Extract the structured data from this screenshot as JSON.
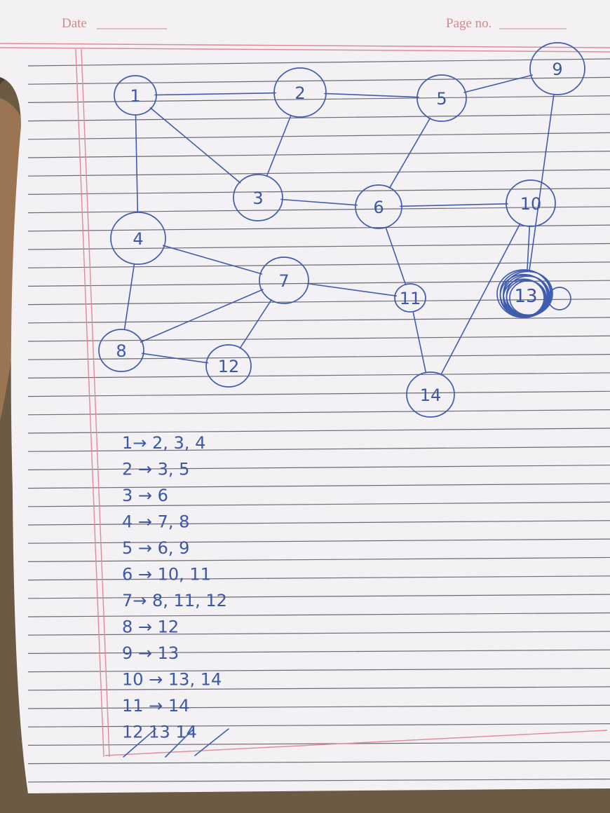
{
  "header": {
    "date_label": "Date",
    "page_label": "Page no."
  },
  "colors": {
    "ink": "#3f5db0",
    "paper": "#f3f1f4",
    "ruling": "#6c6a72",
    "margin": "#e08a9a",
    "background": "#6b5a44"
  },
  "graph": {
    "nodes": [
      {
        "id": "1",
        "label": "1"
      },
      {
        "id": "2",
        "label": "2"
      },
      {
        "id": "3",
        "label": "3"
      },
      {
        "id": "4",
        "label": "4"
      },
      {
        "id": "5",
        "label": "5"
      },
      {
        "id": "6",
        "label": "6"
      },
      {
        "id": "7",
        "label": "7"
      },
      {
        "id": "8",
        "label": "8"
      },
      {
        "id": "9",
        "label": "9"
      },
      {
        "id": "10",
        "label": "10"
      },
      {
        "id": "11",
        "label": "11"
      },
      {
        "id": "12",
        "label": "12"
      },
      {
        "id": "13",
        "label": "13"
      },
      {
        "id": "14",
        "label": "14"
      }
    ],
    "edges": [
      [
        "1",
        "2"
      ],
      [
        "1",
        "3"
      ],
      [
        "1",
        "4"
      ],
      [
        "2",
        "3"
      ],
      [
        "2",
        "5"
      ],
      [
        "3",
        "6"
      ],
      [
        "4",
        "7"
      ],
      [
        "4",
        "8"
      ],
      [
        "5",
        "6"
      ],
      [
        "5",
        "9"
      ],
      [
        "6",
        "10"
      ],
      [
        "6",
        "11"
      ],
      [
        "7",
        "8"
      ],
      [
        "7",
        "11"
      ],
      [
        "7",
        "12"
      ],
      [
        "8",
        "12"
      ],
      [
        "9",
        "13"
      ],
      [
        "10",
        "13"
      ],
      [
        "10",
        "14"
      ],
      [
        "11",
        "14"
      ]
    ]
  },
  "adjacency_list": [
    {
      "text": "1→  2, 3, 4",
      "struck": false
    },
    {
      "text": "2 →  3, 5",
      "struck": false
    },
    {
      "text": "3 →  6",
      "struck": false
    },
    {
      "text": "4 →  7, 8",
      "struck": false
    },
    {
      "text": "5 → 6, 9",
      "struck": false
    },
    {
      "text": "6 →  10, 11",
      "struck": false
    },
    {
      "text": "7→  8, 11, 12",
      "struck": false
    },
    {
      "text": "8 →  12",
      "struck": false
    },
    {
      "text": "9 →  13",
      "struck": false
    },
    {
      "text": "10 →  13, 14",
      "struck": false
    },
    {
      "text": "11 →  14",
      "struck": false
    },
    {
      "text": "12  13  14",
      "struck": true
    }
  ]
}
